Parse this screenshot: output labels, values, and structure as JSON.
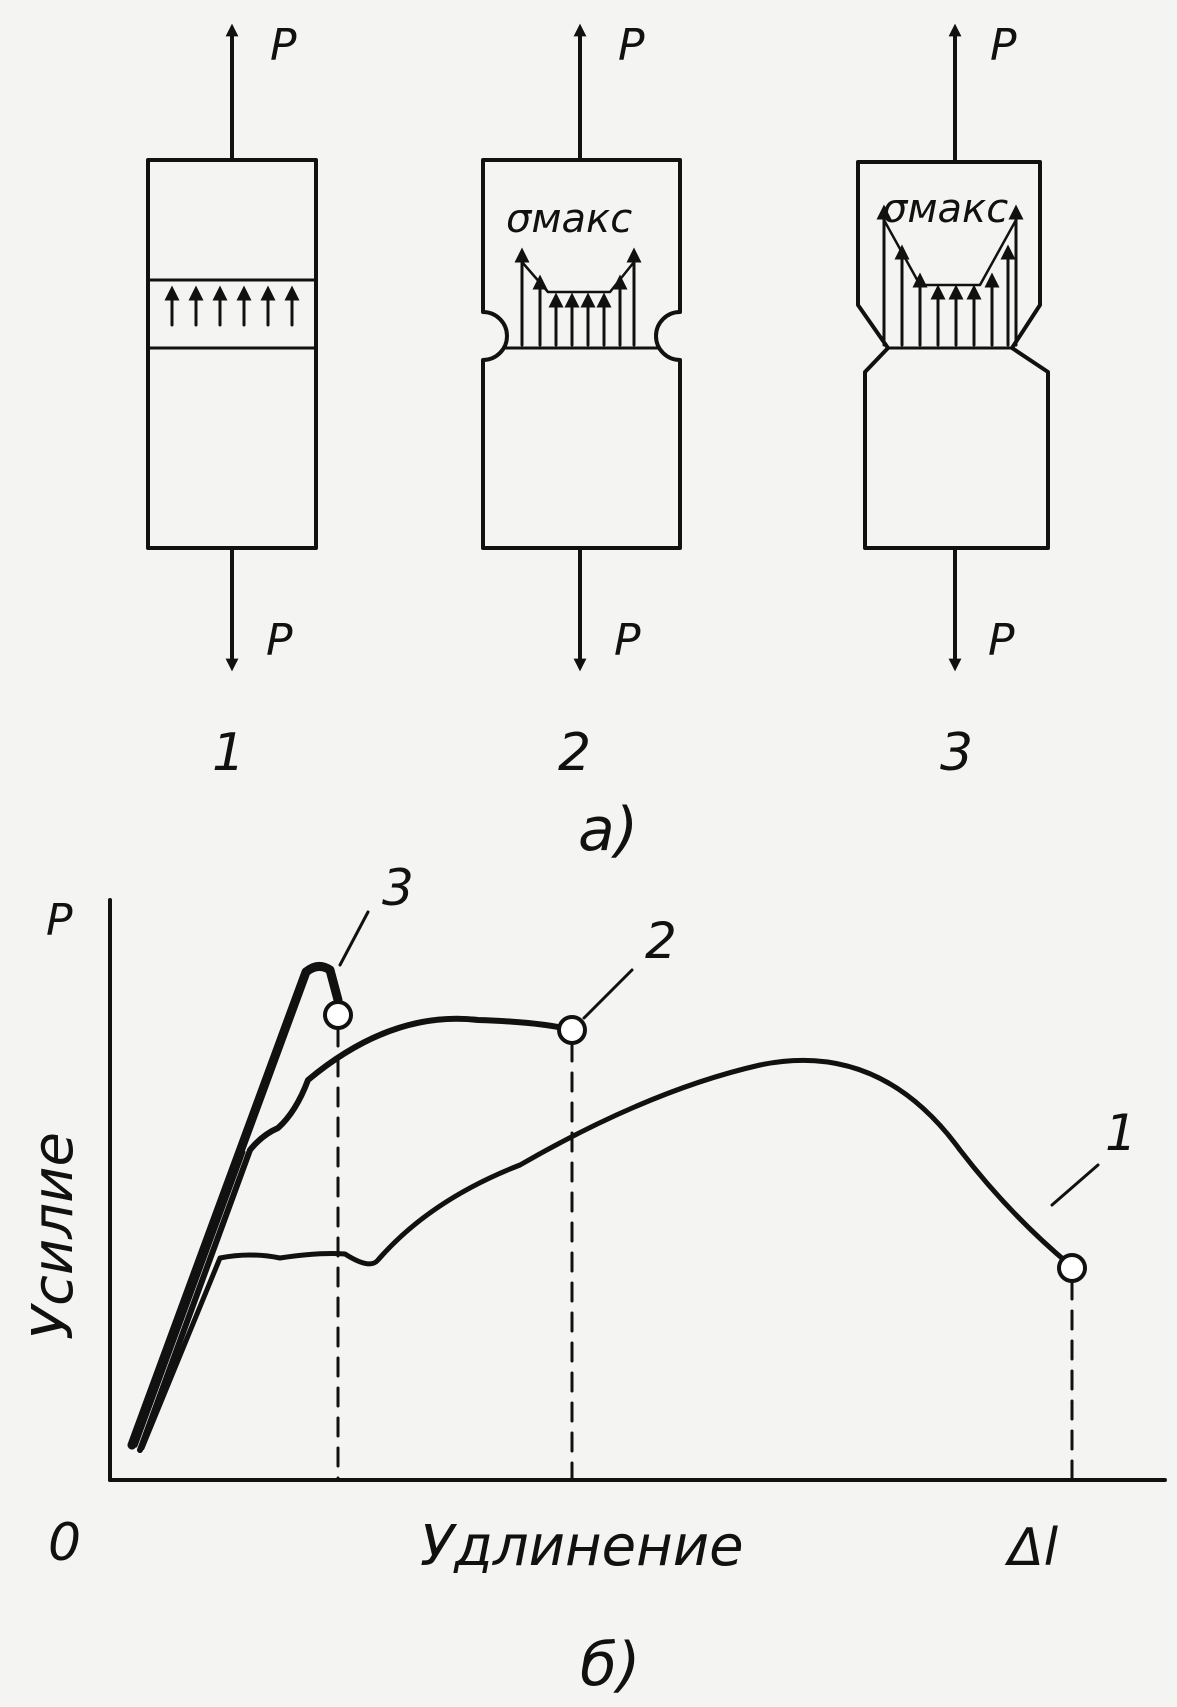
{
  "force_symbol": "P",
  "sigma_label": "σмакс",
  "specimens": [
    {
      "number": "1",
      "shape": "plain"
    },
    {
      "number": "2",
      "shape": "round-notch"
    },
    {
      "number": "3",
      "shape": "sharp-notch"
    }
  ],
  "part_a_label": "а)",
  "graph": {
    "y_axis_symbol": "P",
    "y_axis_label": "Усилие",
    "x_axis_label": "Удлинение",
    "x_axis_end_symbol": "Δl",
    "origin_label": "0",
    "curve_labels": [
      "3",
      "2",
      "1"
    ]
  },
  "part_b_label": "б)"
}
